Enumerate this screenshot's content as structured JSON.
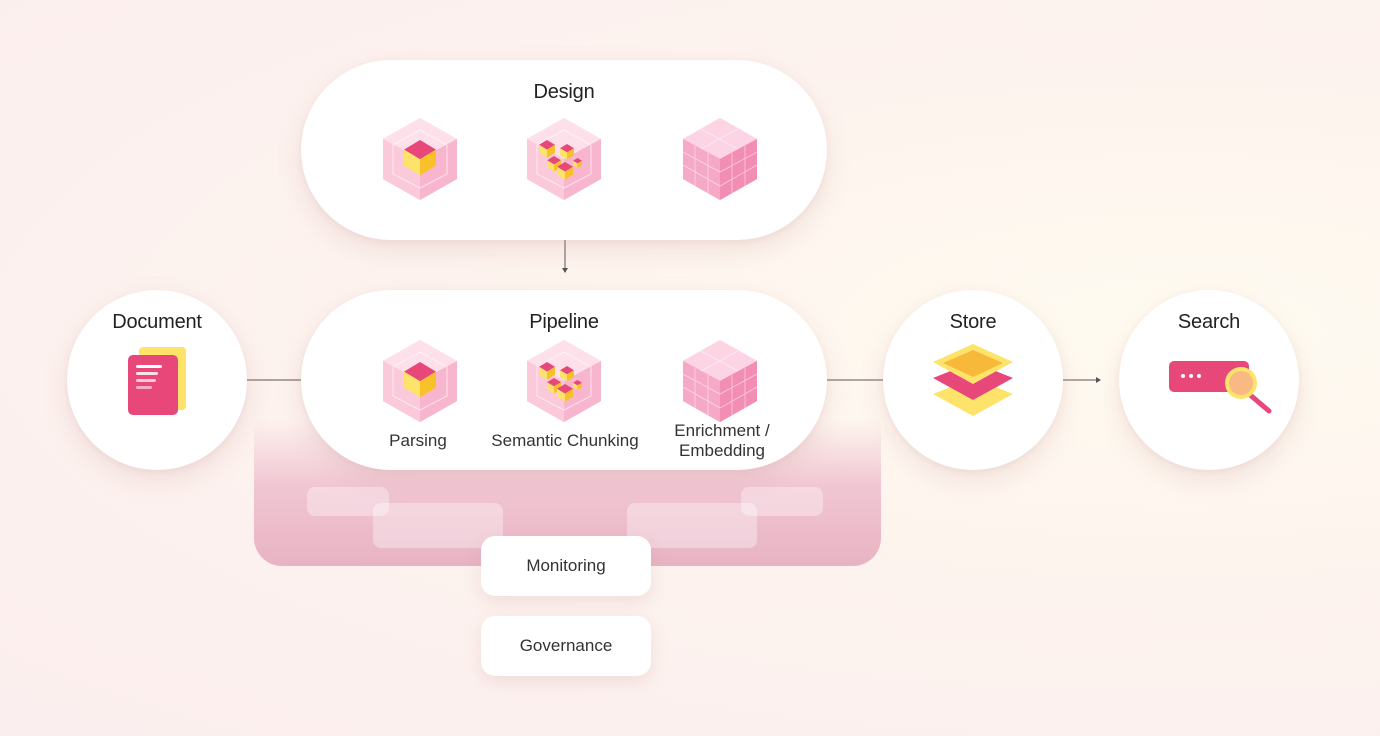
{
  "design": {
    "title": "Design"
  },
  "pipeline": {
    "title": "Pipeline",
    "steps": [
      {
        "label": "Parsing",
        "icon": "single-cube-icon"
      },
      {
        "label": "Semantic Chunking",
        "icon": "chunked-cubes-icon"
      },
      {
        "label": "Enrichment /",
        "label2": "Embedding",
        "icon": "voxel-cube-icon"
      }
    ]
  },
  "document": {
    "title": "Document",
    "icon": "document-icon"
  },
  "store": {
    "title": "Store",
    "icon": "layers-icon"
  },
  "search": {
    "title": "Search",
    "icon": "search-bar-icon"
  },
  "support": {
    "monitoring": "Monitoring",
    "governance": "Governance"
  },
  "colors": {
    "pink": "#e8477a",
    "yellow": "#fde36a",
    "orange": "#f8b93a",
    "line": "#555555"
  }
}
